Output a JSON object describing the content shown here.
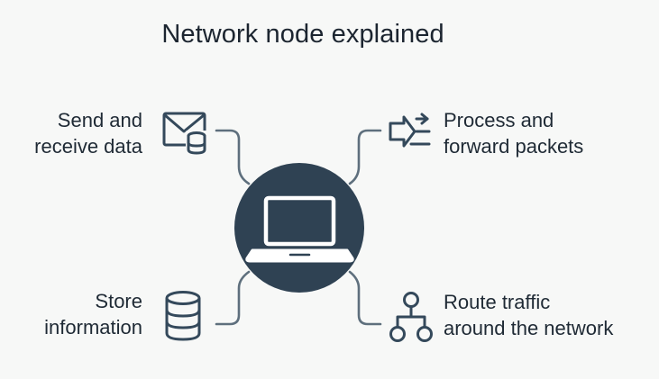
{
  "title": "Network node explained",
  "features": {
    "send": {
      "lines": [
        "Send and",
        "receive data"
      ],
      "icon": "envelope-database-icon"
    },
    "process": {
      "lines": [
        "Process and",
        "forward packets"
      ],
      "icon": "forward-arrows-icon"
    },
    "store": {
      "lines": [
        "Store",
        "information"
      ],
      "icon": "database-icon"
    },
    "route": {
      "lines": [
        "Route traffic",
        "around the network"
      ],
      "icon": "network-hierarchy-icon"
    }
  },
  "center": {
    "icon": "laptop-icon"
  },
  "colors": {
    "node_fill": "#2f4253",
    "icon_stroke": "#34495b",
    "connector": "#5e6f7d",
    "background": "#f7f8f7",
    "text": "#1f2a35"
  }
}
